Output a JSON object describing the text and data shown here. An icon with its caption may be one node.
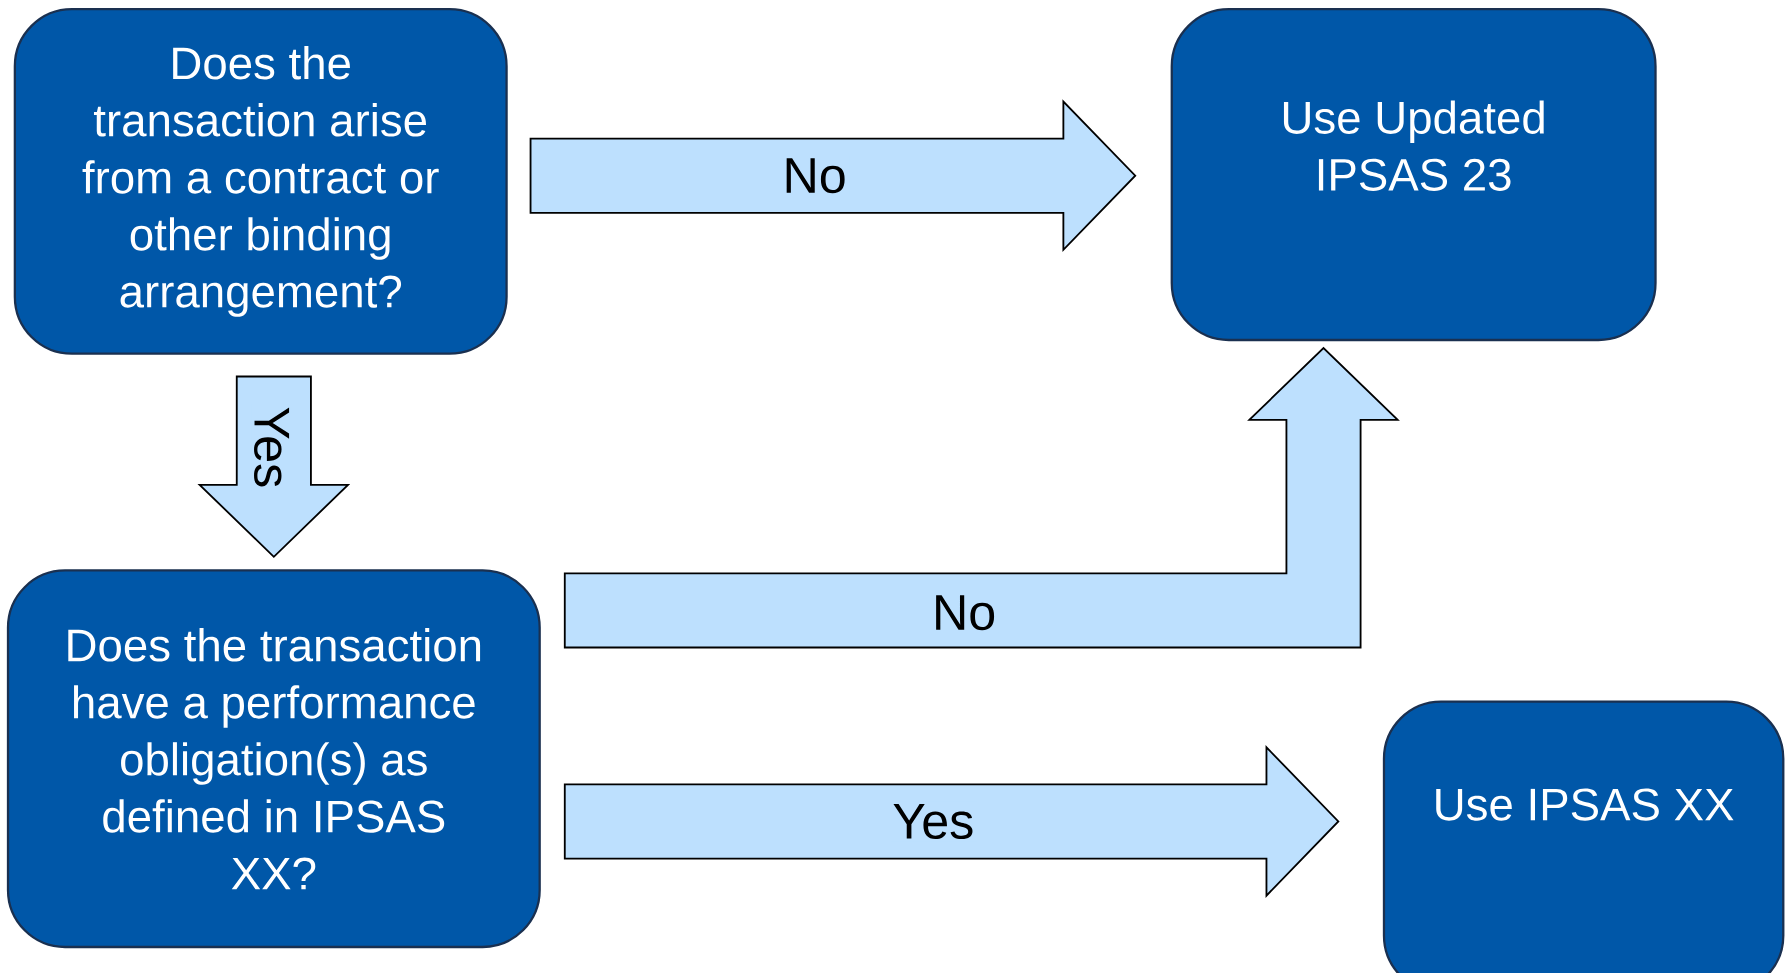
{
  "diagram": {
    "nodes": [
      {
        "text": [
          "Does the transaction arise from a contract or other binding arrangement?"
        ]
      },
      {
        "text": [
          "Use Updated IPSAS 23"
        ]
      },
      {
        "text": [
          "Does the transaction have a performance obligation(s) as defined in IPSAS XX?"
        ]
      },
      {
        "text": [
          "Use IPSAS XX"
        ]
      }
    ],
    "edges": [
      {
        "from": 0,
        "to": 1,
        "arrow": "to",
        "label": "No"
      },
      {
        "from": 0,
        "to": 2,
        "arrow": "to",
        "label": "Yes"
      },
      {
        "from": 2,
        "to": 1,
        "arrow": "to",
        "label": "No"
      },
      {
        "from": 2,
        "to": 3,
        "arrow": "to",
        "label": "Yes"
      }
    ]
  }
}
